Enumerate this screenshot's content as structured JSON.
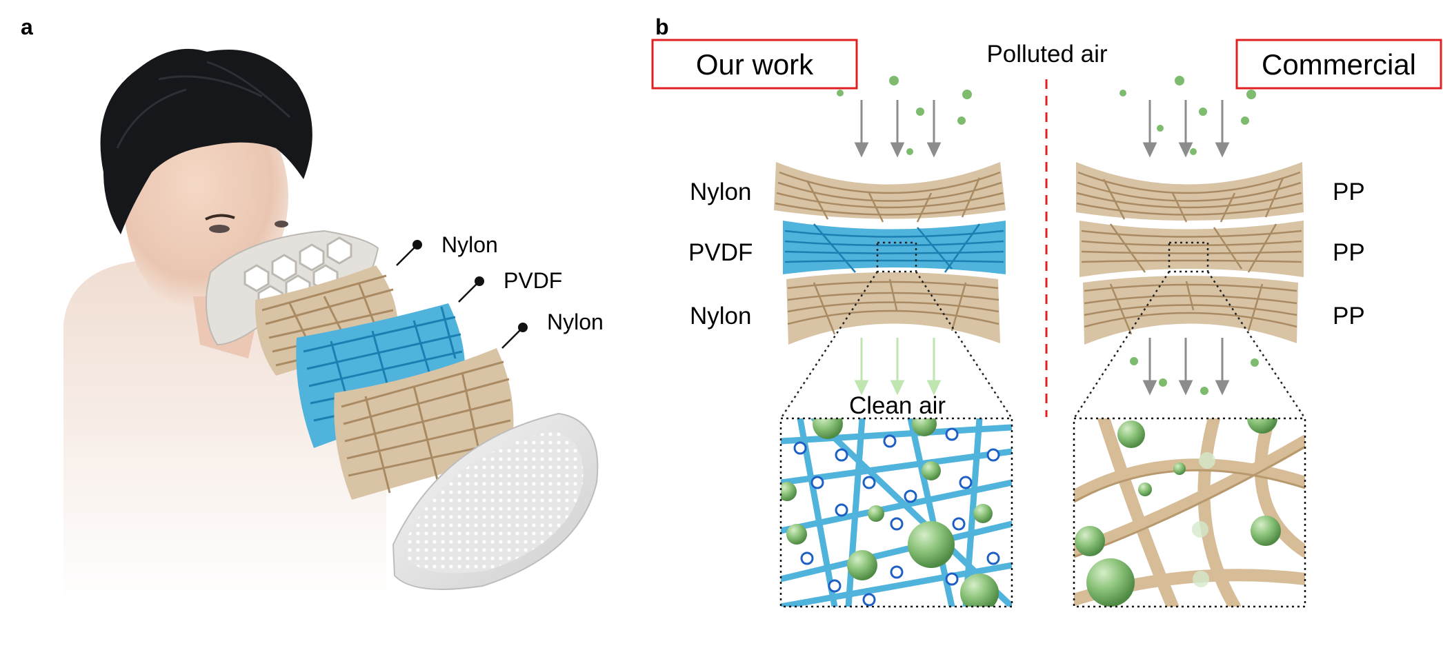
{
  "panel_a": {
    "letter": "a",
    "callouts": [
      "Nylon",
      "PVDF",
      "Nylon"
    ]
  },
  "panel_b": {
    "letter": "b",
    "left_box": "Our work",
    "right_box": "Commercial",
    "polluted_label": "Polluted air",
    "clean_label": "Clean air",
    "left_layers": [
      "Nylon",
      "PVDF",
      "Nylon"
    ],
    "right_layers": [
      "PP",
      "PP",
      "PP"
    ]
  },
  "colors": {
    "nylon": "#d8c3a5",
    "pvdf": "#4fb3dc",
    "particle": "#8cc37a",
    "box": "#e02020",
    "divider": "#e02020",
    "arrow": "#8c8c8c",
    "clean_arrow": "#bfe6b0",
    "charge": "#1d5fc4"
  }
}
